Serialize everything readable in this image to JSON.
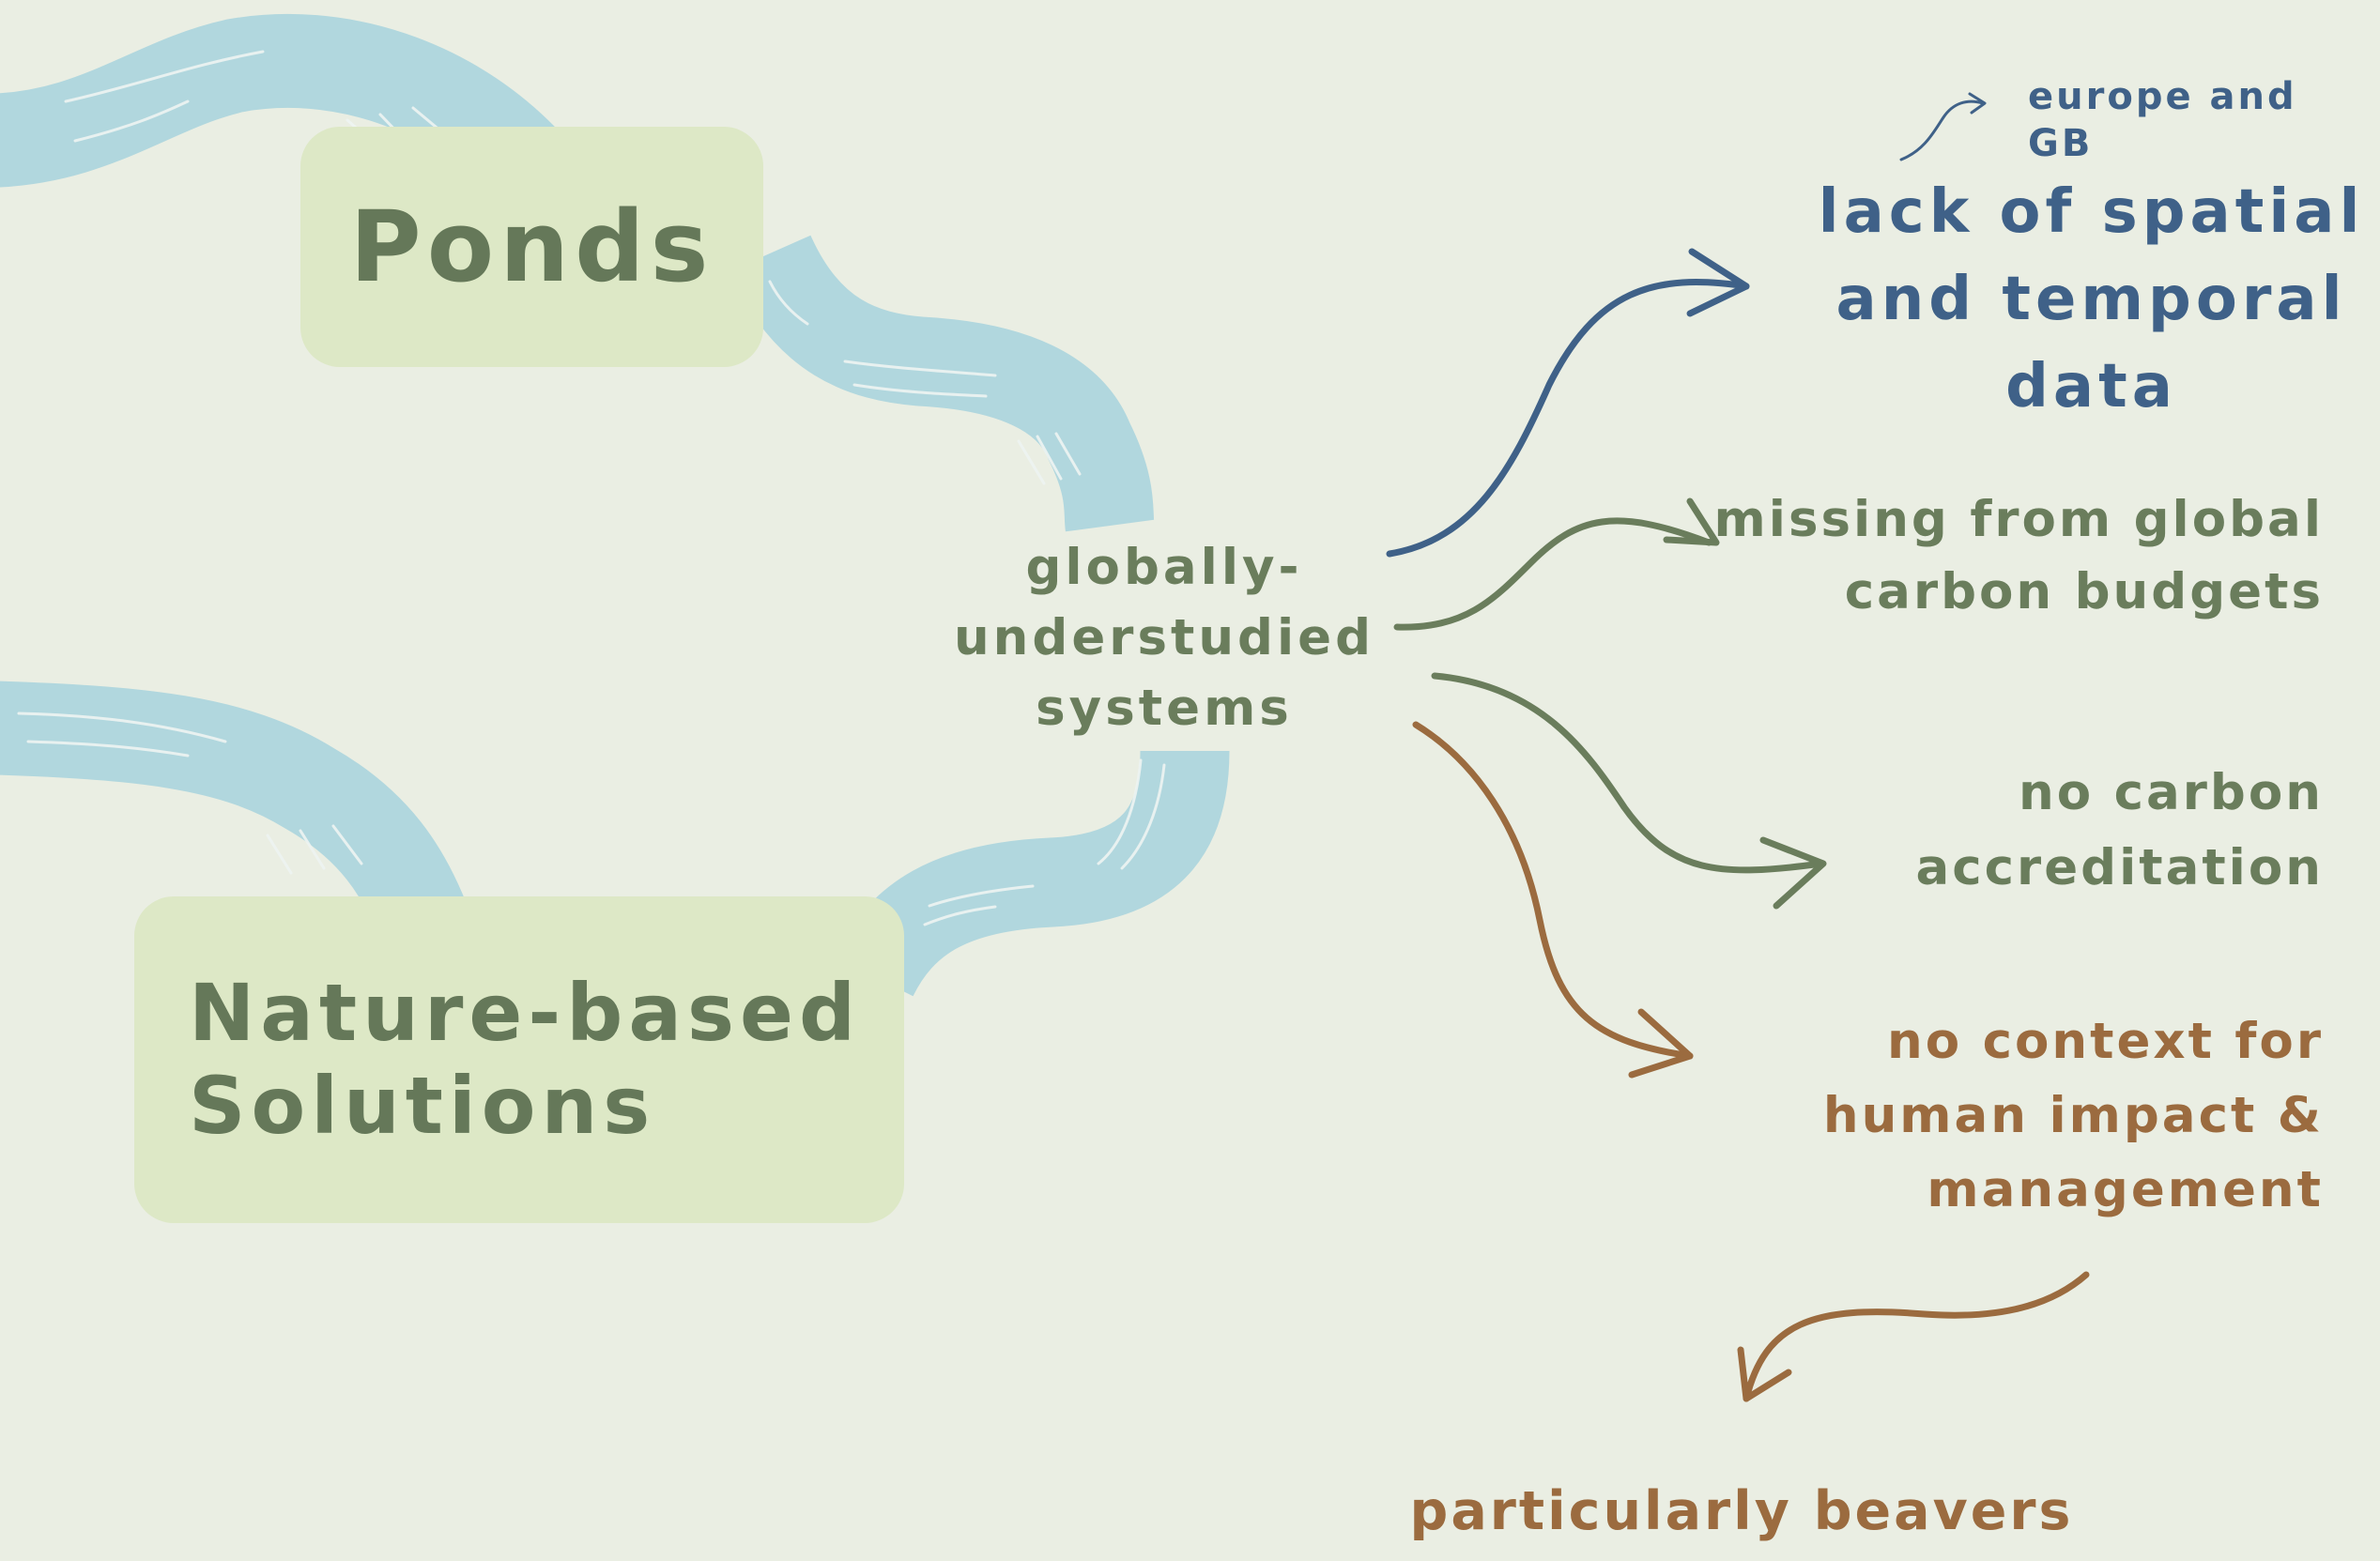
{
  "nodes": {
    "ponds": "Ponds",
    "nbs": "Nature-based\nSolutions",
    "center": "globally-\nunderstudied\nsystems"
  },
  "outcomes": {
    "spatial_note": "europe and GB",
    "spatial": "lack of spatial\nand temporal\ndata",
    "budgets": "missing from global\ncarbon budgets",
    "accreditation": "no carbon\naccreditation",
    "human": "no context for\nhuman impact &\nmanagement",
    "beavers": "particularly beavers"
  },
  "colors": {
    "background": "#eaeee3",
    "box": "#dde8c6",
    "river": "#b1d7de",
    "green_text": "#6a7d5c",
    "blue_text": "#3f6188",
    "brown_text": "#9b6b3f"
  }
}
